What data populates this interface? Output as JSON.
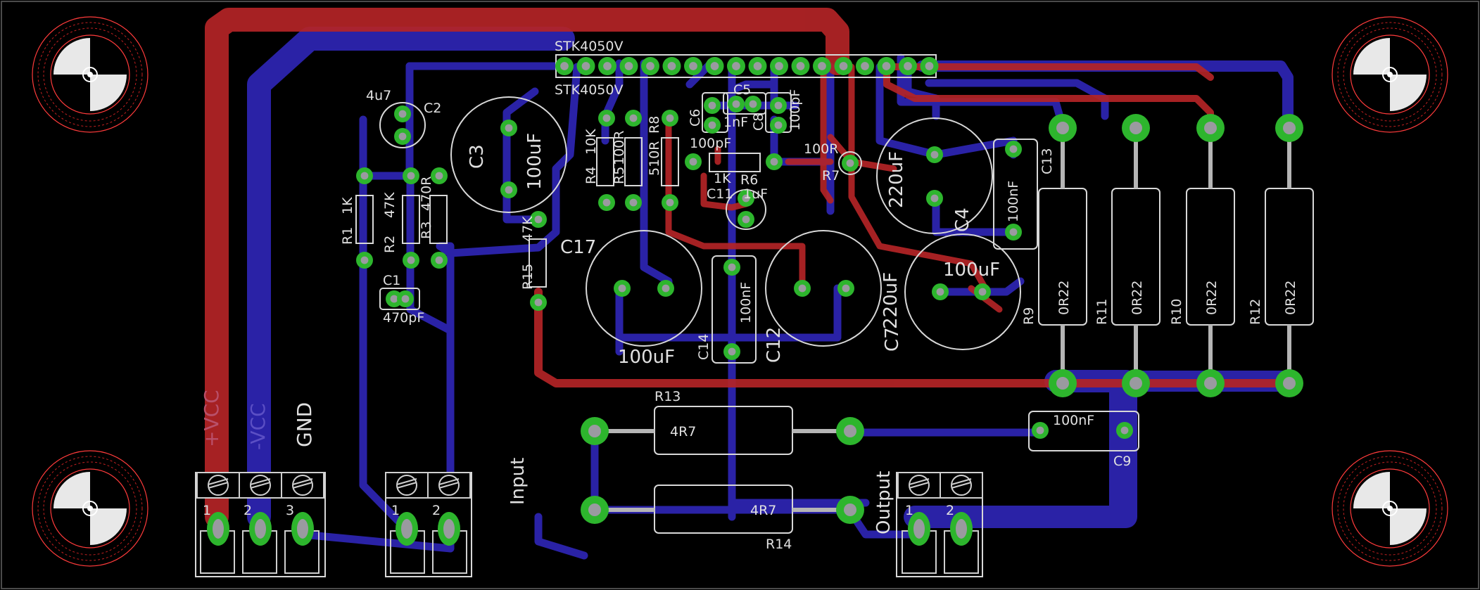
{
  "colors": {
    "background": "#000000",
    "top_copper": "#b42426",
    "bottom_copper": "#2a22a6",
    "pad": "#2db52d",
    "drill": "#9a9aa0",
    "silkscreen": "#d8d8d8",
    "label_top": "#b9506a",
    "label_bottom": "#5b4fc4",
    "mount_ring": "#ff3b3b"
  },
  "icons": [
    "mounting-hole-icon",
    "screw-terminal-icon",
    "resistor-icon",
    "capacitor-icon"
  ],
  "labels": {
    "ic_top": "STK4050V",
    "ic_bottom": "STK4050V",
    "c2_val": "4u7",
    "c2": "C2",
    "c3": "C3",
    "c3_val": "100uF",
    "r1": "R1",
    "r1_val": "1K",
    "r2": "R2",
    "r2_val": "47K",
    "r3": "R3",
    "r3_val": "470R",
    "c1": "C1",
    "c1_val": "470pF",
    "r4": "R4",
    "r4_val": "10K",
    "r5": "R5",
    "r5_val": "100R",
    "r8": "R8",
    "r8_val": "510R",
    "c6": "C6",
    "c6_val": "100pF",
    "c5": "C5",
    "c5_val": "1nF",
    "c8": "C8",
    "c8_val": "100pF",
    "r6": "R6",
    "r6_val": "1K",
    "c11": "C11",
    "c11_val": "1uF",
    "r7_val": "100R",
    "r7": "R7",
    "r15": "R15",
    "r15_val": "47K",
    "c17": "C17",
    "c17_val": "100uF",
    "c14": "C14",
    "c14_val": "100nF",
    "c12": "C12",
    "c12_val": "220uF",
    "c7": "C7",
    "c7_val": "100uF",
    "c4": "C4",
    "c4_val": "220uF",
    "c13": "C13",
    "c13_val": "100nF",
    "r9": "R9",
    "r9_val": "0R22",
    "r11": "R11",
    "r11_val": "0R22",
    "r10": "R10",
    "r10_val": "0R22",
    "r12": "R12",
    "r12_val": "0R22",
    "r13": "R13",
    "r13_val": "4R7",
    "r14": "R14",
    "r14_val": "4R7",
    "c9": "C9",
    "c9_val": "100nF",
    "vcc_pos": "+VCC",
    "vcc_neg": "-VCC",
    "gnd": "GND",
    "input": "Input",
    "output": "Output",
    "pin1": "1",
    "pin2": "2",
    "pin3": "3"
  }
}
